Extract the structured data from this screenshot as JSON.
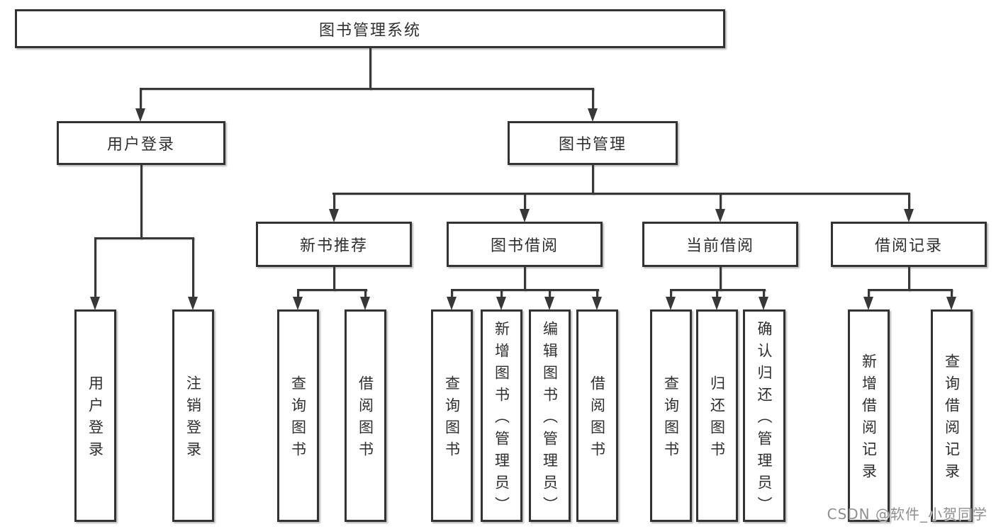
{
  "colors": {
    "line": "#383838",
    "box_border": "#333333",
    "box_fill": "#ffffff",
    "text": "#2f2f2f",
    "watermark": "#8f8f8f"
  },
  "watermark": {
    "text": "CSDN @软件_小贺同学"
  },
  "nodes": {
    "root": {
      "label": "图书管理系统"
    },
    "userLogin": {
      "label": "用户登录",
      "children": [
        {
          "label": "用户登录"
        },
        {
          "label": "注销登录"
        }
      ]
    },
    "bookManagement": {
      "label": "图书管理"
    },
    "newBookRecommend": {
      "label": "新书推荐",
      "children": [
        {
          "label": "查询图书"
        },
        {
          "label": "借阅图书"
        }
      ]
    },
    "bookBorrow": {
      "label": "图书借阅",
      "children": [
        {
          "label": "查询图书"
        },
        {
          "label": "新增图书（管理员）"
        },
        {
          "label": "编辑图书（管理员）"
        },
        {
          "label": "借阅图书"
        }
      ]
    },
    "currentBorrow": {
      "label": "当前借阅",
      "children": [
        {
          "label": "查询图书"
        },
        {
          "label": "归还图书"
        },
        {
          "label": "确认归还（管理员）"
        }
      ]
    },
    "borrowRecords": {
      "label": "借阅记录",
      "children": [
        {
          "label": "新增借阅记录"
        },
        {
          "label": "查询借阅记录"
        }
      ]
    }
  }
}
